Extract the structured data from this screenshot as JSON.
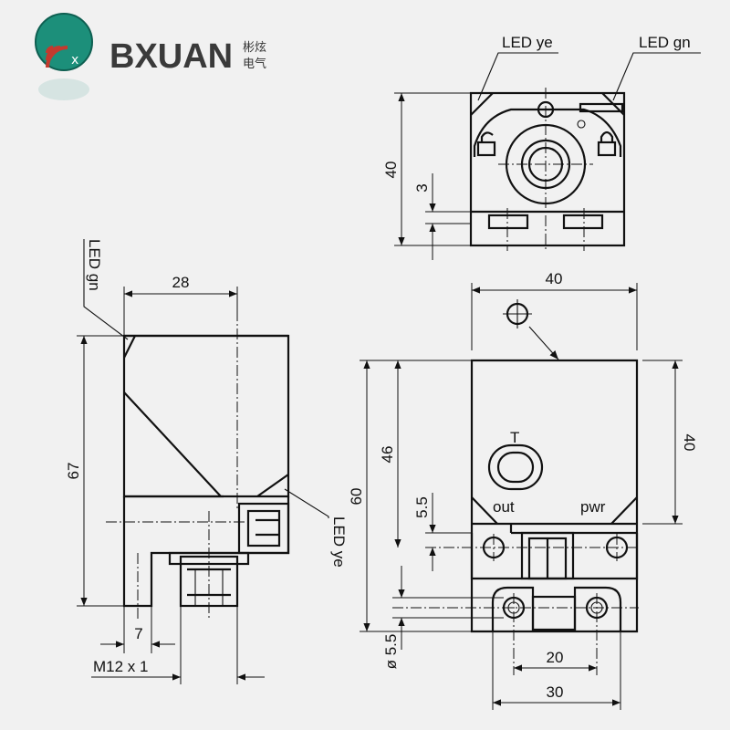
{
  "logo": {
    "brand": "BXUAN",
    "cn_line1": "彬炫",
    "cn_line2": "电气",
    "accent": "#1c8f7a",
    "wave": "#c33a2e"
  },
  "top_view": {
    "led_ye": "LED ye",
    "led_gn": "LED gn",
    "height": "40",
    "gap": "3"
  },
  "side_view": {
    "led_gn": "LED gn",
    "led_ye": "LED ye",
    "width": "28",
    "height": "67",
    "tab": "7",
    "thread": "M12 x 1"
  },
  "front_view": {
    "width": "40",
    "height_right": "40",
    "height_inner": "46",
    "height_total": "60",
    "hole_offset": "5.5",
    "hole_dia": "ø 5.5",
    "label_t": "T",
    "label_out": "out",
    "label_pwr": "pwr",
    "hole_spacing": "20",
    "base_width": "30"
  }
}
